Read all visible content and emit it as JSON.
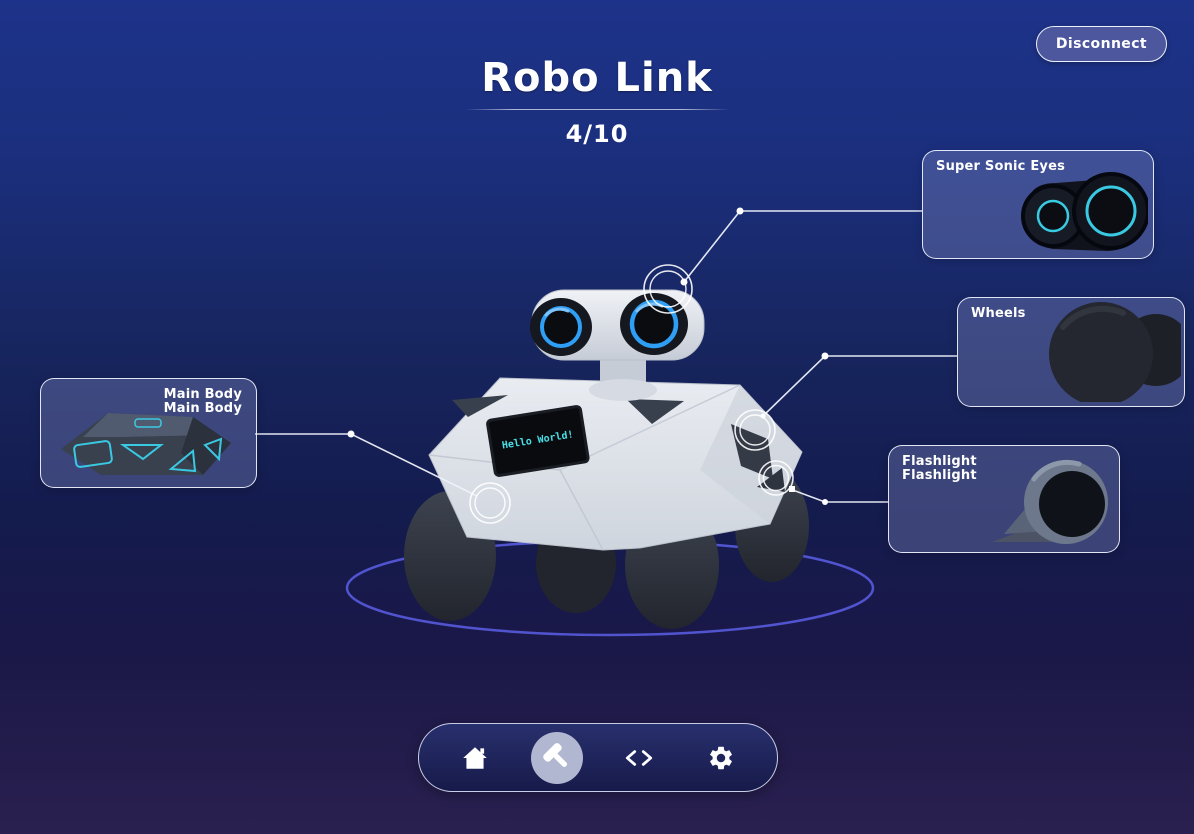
{
  "header": {
    "title": "Robo Link",
    "progress": "4/10"
  },
  "disconnect_button": {
    "label": "Disconnect"
  },
  "robot": {
    "screen_text": "Hello World!"
  },
  "callouts": {
    "super_sonic_eyes": {
      "label": "Super Sonic Eyes",
      "image": "sonic-eyes-image"
    },
    "wheels": {
      "label": "Wheels",
      "image": "wheel-image"
    },
    "main_body": {
      "label_line1": "Main Body",
      "label_line2": "Main Body",
      "image": "main-body-image"
    },
    "flashlight": {
      "label_line1": "Flashlight",
      "label_line2": "Flashlight",
      "image": "flashlight-image"
    }
  },
  "navbar": {
    "items": [
      {
        "icon": "home-icon",
        "active": false
      },
      {
        "icon": "hammer-icon",
        "active": true
      },
      {
        "icon": "code-icon",
        "active": false
      },
      {
        "icon": "gear-icon",
        "active": false
      }
    ]
  },
  "colors": {
    "background_top": "#1d3389",
    "background_bottom": "#2a2050",
    "card_border": "#eef1fa",
    "eye_ring_blue": "#2f9ff5",
    "accent_cyan": "#3ac9e2",
    "screen_text_cyan": "#49e0e8",
    "platform_ring_purple": "#5457d6",
    "nav_active_circle": "#b2b7d1",
    "disconnect_bg": "#4c579d"
  }
}
